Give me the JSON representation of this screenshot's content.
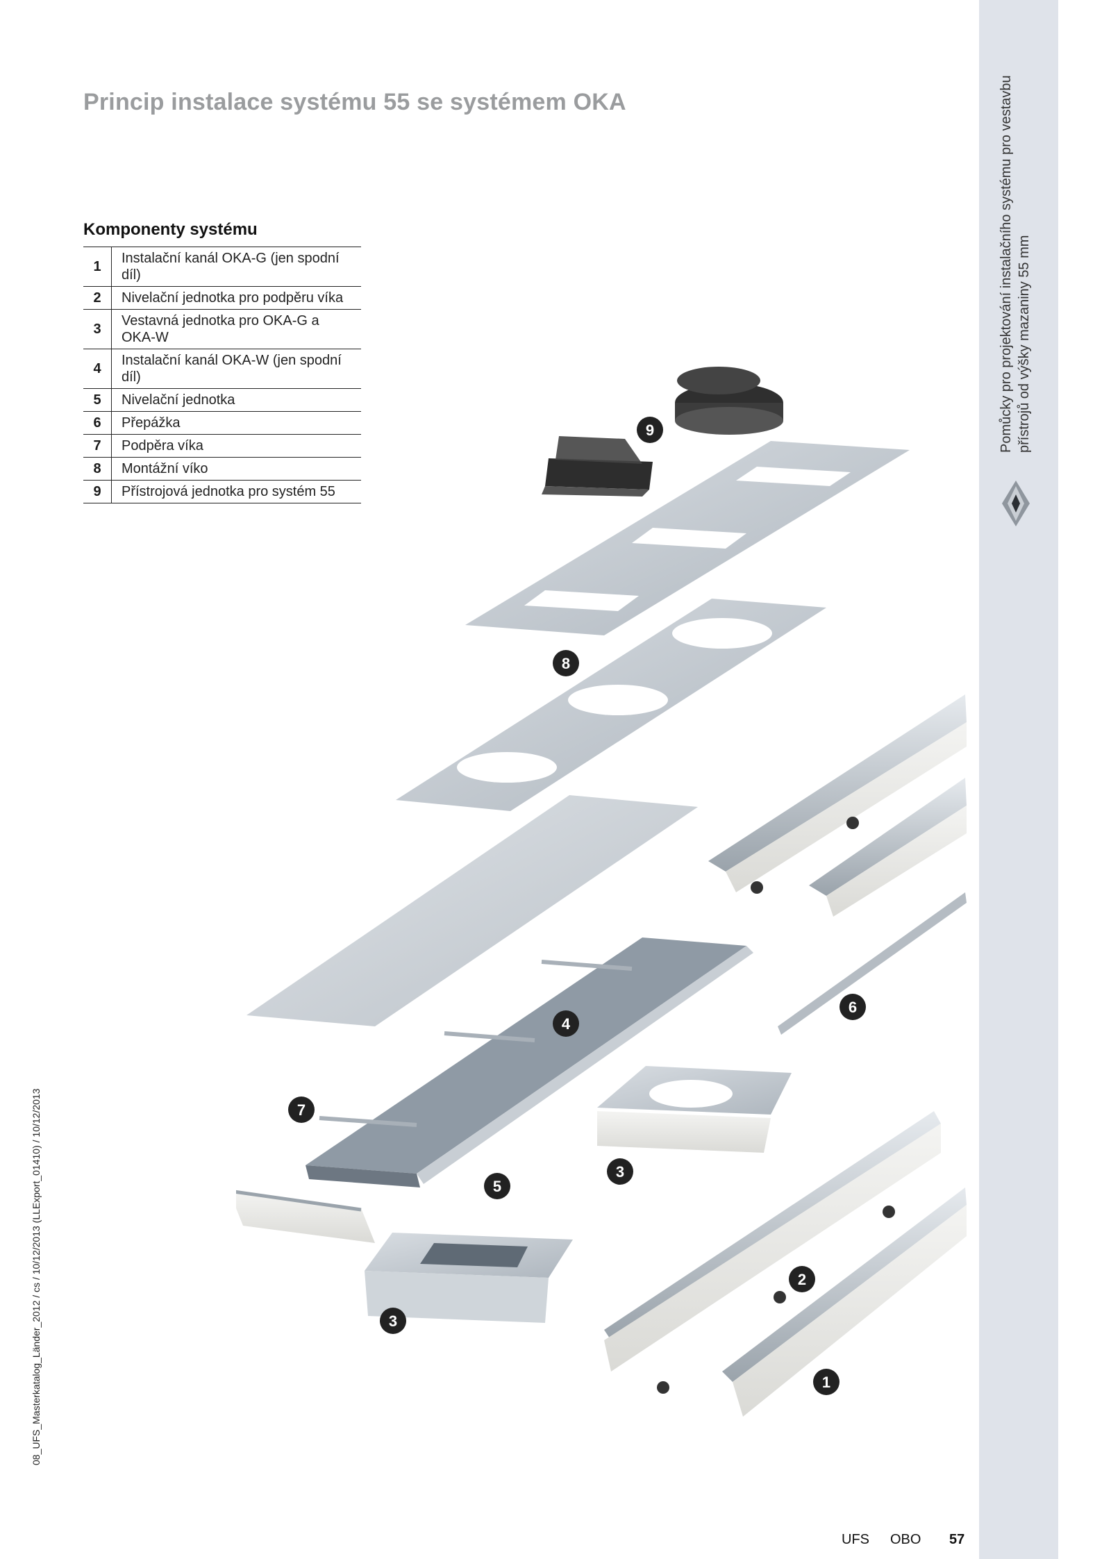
{
  "page": {
    "title": "Princip instalace systému 55 se systémem OKA",
    "section_title": "Komponenty systému",
    "components": [
      {
        "num": "1",
        "label": "Instalační kanál OKA-G (jen spodní díl)"
      },
      {
        "num": "2",
        "label": "Nivelační jednotka pro podpěru víka"
      },
      {
        "num": "3",
        "label": "Vestavná jednotka pro OKA-G a OKA-W"
      },
      {
        "num": "4",
        "label": "Instalační kanál OKA-W (jen spodní díl)"
      },
      {
        "num": "5",
        "label": "Nivelační jednotka"
      },
      {
        "num": "6",
        "label": "Přepážka"
      },
      {
        "num": "7",
        "label": "Podpěra víka"
      },
      {
        "num": "8",
        "label": "Montážní víko"
      },
      {
        "num": "9",
        "label": "Přístrojová jednotka pro systém 55"
      }
    ]
  },
  "sidebar": {
    "text": "Pomůcky pro projektování instalačního systému pro vestavbu přístrojů od výšky mazaniny 55 mm",
    "logo_icon": "obo-diamond-icon",
    "color": "#dfe3ea"
  },
  "side_code": "08_UFS_Masterkatalog_Länder_2012 / cs / 10/12/2013 (LLExport_01410) / 10/12/2013",
  "footer": {
    "section": "UFS",
    "brand": "OBO",
    "page_number": "57"
  },
  "illustration": {
    "badges": [
      "9",
      "8",
      "4",
      "6",
      "7",
      "5",
      "3",
      "3",
      "2",
      "1"
    ]
  }
}
